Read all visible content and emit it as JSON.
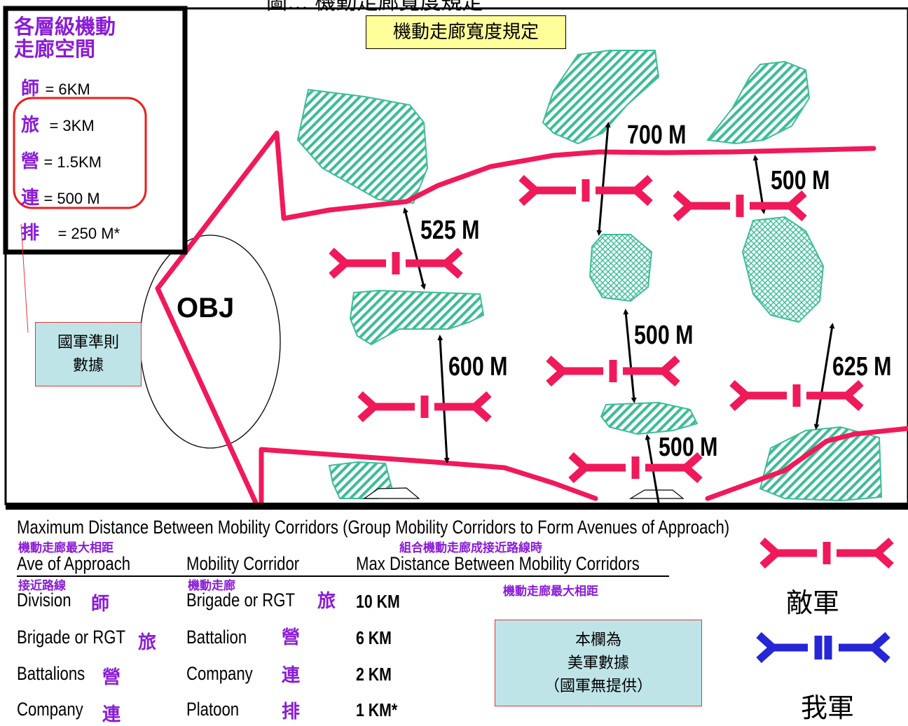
{
  "top_title_fragment": "圖… 機動走廊寬度規定",
  "corridor_rule_label": "機動走廊寬度規定",
  "legend_box": {
    "title_line1": "各層級機動",
    "title_line2": "走廊空間",
    "rows": [
      {
        "unit": "師",
        "value": "= 6KM"
      },
      {
        "unit": "旅",
        "value": "= 3KM"
      },
      {
        "unit": "營",
        "value": "= 1.5KM"
      },
      {
        "unit": "連",
        "value": "= 500 M"
      },
      {
        "unit": "排",
        "value": "= 250 M*"
      }
    ]
  },
  "national_army_note": {
    "line1": "國軍準則",
    "line2": "數據"
  },
  "objective_label": "OBJ",
  "distances": [
    "700 M",
    "500 M",
    "525 M",
    "500 M",
    "600 M",
    "625 M",
    "500 M"
  ],
  "table": {
    "heading": "Maximum Distance Between Mobility Corridors  (Group Mobility Corridors to Form Avenues of Approach)",
    "heading_cn1": "機動走廊最大相距",
    "heading_cn2": "組合機動走廊成接近路線時",
    "col_headers": [
      "Ave of Approach",
      "Mobility Corridor",
      "Max Distance Between Mobility Corridors"
    ],
    "col_headers_cn": [
      "接近路線",
      "機動走廊",
      "機動走廊最大相距"
    ],
    "rows": [
      {
        "ave": "Division",
        "ave_cn": "師",
        "corridor": "Brigade or RGT",
        "corridor_cn": "旅",
        "distance": "10 KM"
      },
      {
        "ave": "Brigade or RGT",
        "ave_cn": "旅",
        "corridor": "Battalion",
        "corridor_cn": "營",
        "distance": "6 KM"
      },
      {
        "ave": "Battalions",
        "ave_cn": "營",
        "corridor": "Company",
        "corridor_cn": "連",
        "distance": "2 KM"
      },
      {
        "ave": "Company",
        "ave_cn": "連",
        "corridor": "Platoon",
        "corridor_cn": "排",
        "distance": "1 KM*"
      }
    ],
    "us_note": {
      "line1": "本欄為",
      "line2": "美軍數據",
      "line3": "（國軍無提供）"
    }
  },
  "symbol_legend": {
    "enemy": "敵軍",
    "friendly": "我軍"
  },
  "colors": {
    "corridor": "#f0195a",
    "terrain_fill": "#3dbd96",
    "friendly": "#2626d6",
    "note_bg": "#bfe4e8",
    "label_bg": "#ffff99",
    "annotation": "#8a1bd6"
  }
}
